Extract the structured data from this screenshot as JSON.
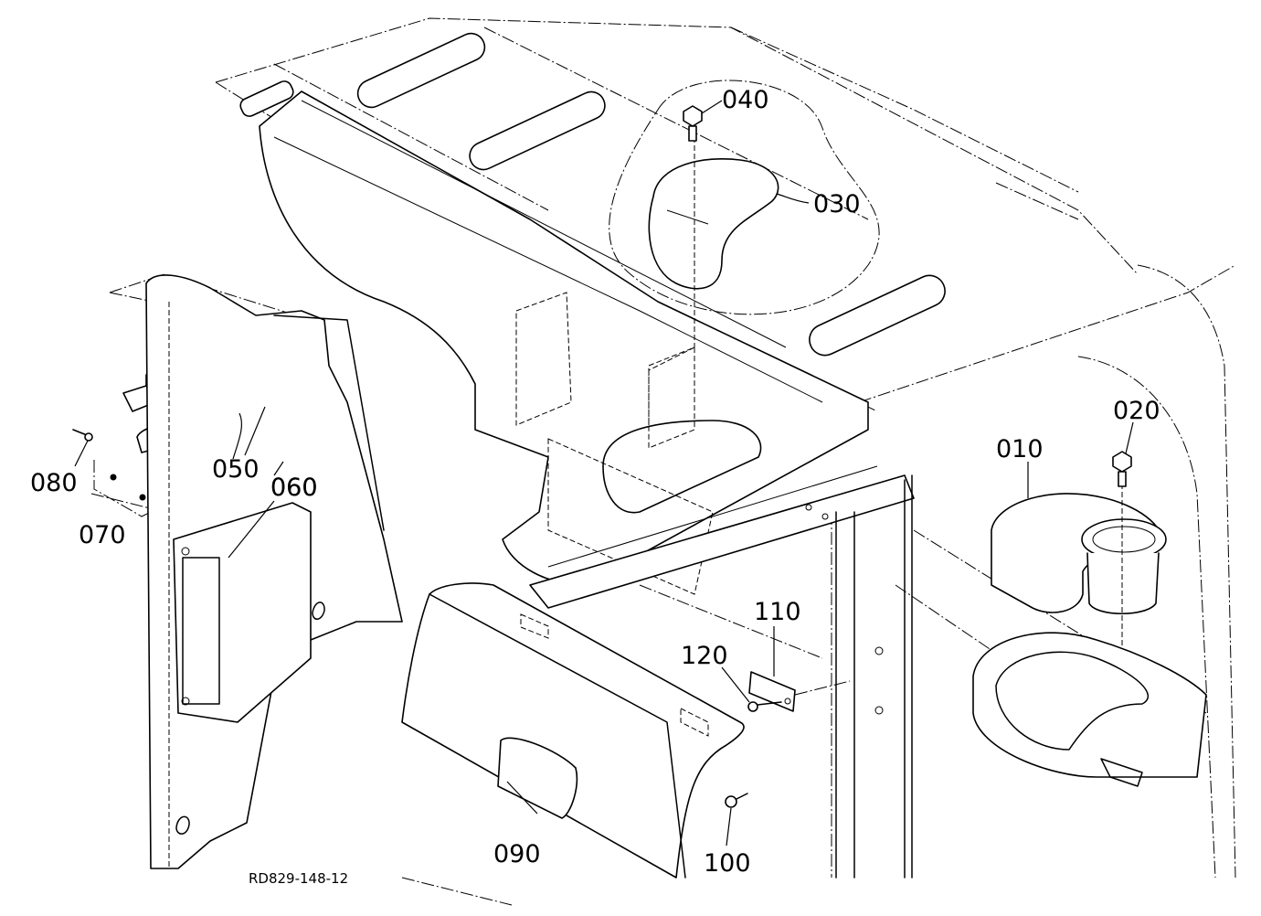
{
  "callouts": {
    "c010": "010",
    "c020": "020",
    "c030": "030",
    "c040": "040",
    "c050": "050",
    "c060a": "060",
    "c060b": "060",
    "c070": "070",
    "c080": "080",
    "c090": "090",
    "c100": "100",
    "c110": "110",
    "c120": "120"
  },
  "drawing_code": "RD829-148-12"
}
